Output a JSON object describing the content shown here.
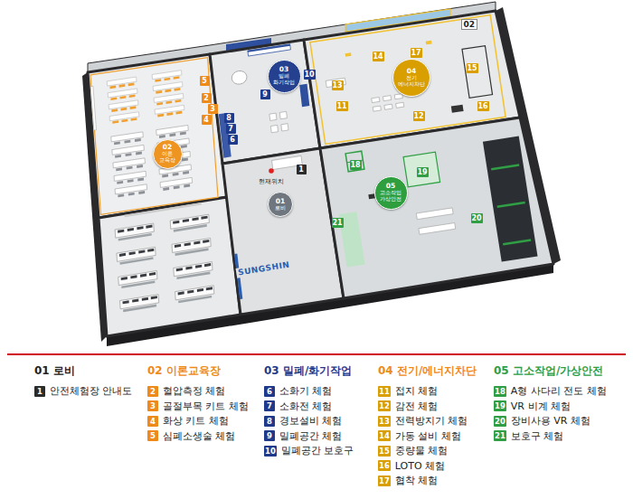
{
  "diagram": {
    "nodes": [
      {
        "text": [
          "01",
          "로비"
        ]
      },
      {
        "text": [
          "02",
          "이론 교육장"
        ]
      },
      {
        "text": [
          "03",
          "밀폐 화기작업"
        ]
      },
      {
        "text": [
          "04",
          "전기 에너지차단"
        ]
      },
      {
        "text": [
          "05",
          "고소작업 가상안전"
        ]
      }
    ],
    "labels": [
      "1",
      "2",
      "3",
      "4",
      "5",
      "6",
      "7",
      "8",
      "9",
      "10",
      "11",
      "12",
      "13",
      "14",
      "15",
      "16",
      "17",
      "18",
      "19",
      "20",
      "21",
      "현재위치",
      "SUNGSHIN",
      "02",
      "01 로비",
      "02 이론교육장",
      "03 밀폐/화기작업",
      "04 전기/에너지차단",
      "05 고소작업/가상안전",
      "1",
      "2",
      "3",
      "4",
      "5",
      "6",
      "7",
      "8",
      "9",
      "10",
      "11",
      "12",
      "13",
      "14",
      "15",
      "16",
      "17",
      "18",
      "19",
      "20",
      "21"
    ],
    "legend": [
      {
        "text": "안전체험장 안내도",
        "color": "#2b2b2b"
      },
      {
        "text": "혈압측정 체험",
        "color": "#ee8a1a"
      },
      {
        "text": "골절부목 키트 체험",
        "color": "#ee8a1a"
      },
      {
        "text": "화상 키트 체험",
        "color": "#ee8a1a"
      },
      {
        "text": "심폐소생술 체험",
        "color": "#ee8a1a"
      },
      {
        "text": "소화기 체험",
        "color": "#1f3a8a"
      },
      {
        "text": "소화전 체험",
        "color": "#1f3a8a"
      },
      {
        "text": "경보설비 체험",
        "color": "#1f3a8a"
      },
      {
        "text": "밀폐공간 체험",
        "color": "#1f3a8a"
      },
      {
        "text": "밀폐공간 보호구",
        "color": "#1f3a8a"
      },
      {
        "text": "접지 체험",
        "color": "#d99e00"
      },
      {
        "text": "감전 체험",
        "color": "#d99e00"
      },
      {
        "text": "전력방지기 체험",
        "color": "#d99e00"
      },
      {
        "text": "가동 설비 체험",
        "color": "#d99e00"
      },
      {
        "text": "중량물 체험",
        "color": "#d99e00"
      },
      {
        "text": "LOTO 체험",
        "color": "#d99e00"
      },
      {
        "text": "협착 체험",
        "color": "#d99e00"
      },
      {
        "text": "A형 사다리 전도 체험",
        "color": "#2f9e44"
      },
      {
        "text": "VR 비계 체험",
        "color": "#2f9e44"
      },
      {
        "text": "장비사용 VR 체험",
        "color": "#2f9e44"
      },
      {
        "text": "보호구 체험",
        "color": "#2f9e44"
      }
    ]
  }
}
